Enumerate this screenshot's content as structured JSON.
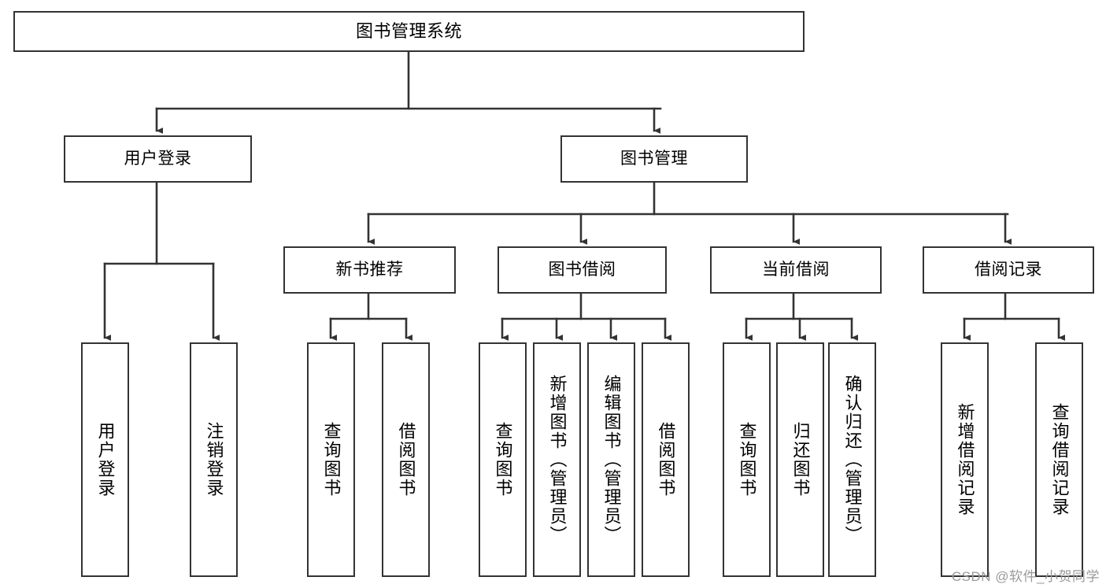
{
  "diagram": {
    "title_node": {
      "label": "图书管理系统"
    },
    "level1": [
      {
        "key": "user-login",
        "label": "用户登录"
      },
      {
        "key": "book-management",
        "label": "图书管理"
      }
    ],
    "level2": [
      {
        "key": "new-book-recommend",
        "label": "新书推荐"
      },
      {
        "key": "book-borrow",
        "label": "图书借阅"
      },
      {
        "key": "current-borrow",
        "label": "当前借阅"
      },
      {
        "key": "borrow-record",
        "label": "借阅记录"
      }
    ],
    "leaves": {
      "user-login": [
        {
          "key": "leaf-user-login",
          "label": "用户登录"
        },
        {
          "key": "leaf-logout",
          "label": "注销登录"
        }
      ],
      "new-book-recommend": [
        {
          "key": "leaf-query-book-1",
          "label": "查询图书"
        },
        {
          "key": "leaf-borrow-book-1",
          "label": "借阅图书"
        }
      ],
      "book-borrow": [
        {
          "key": "leaf-query-book-2",
          "label": "查询图书"
        },
        {
          "key": "leaf-add-book",
          "label": "新增图书（管理员）"
        },
        {
          "key": "leaf-edit-book",
          "label": "编辑图书（管理员）"
        },
        {
          "key": "leaf-borrow-book-2",
          "label": "借阅图书"
        }
      ],
      "current-borrow": [
        {
          "key": "leaf-query-book-3",
          "label": "查询图书"
        },
        {
          "key": "leaf-return-book",
          "label": "归还图书"
        },
        {
          "key": "leaf-confirm-return",
          "label": "确认归还（管理员）"
        }
      ],
      "borrow-record": [
        {
          "key": "leaf-add-record",
          "label": "新增借阅记录"
        },
        {
          "key": "leaf-query-record",
          "label": "查询借阅记录"
        }
      ]
    }
  },
  "watermark": {
    "text": "CSDN @软件_小贺同学"
  },
  "colors": {
    "background": "#ffffff",
    "border": "#333333",
    "text": "#000000",
    "watermark": "#9a9a9a"
  }
}
